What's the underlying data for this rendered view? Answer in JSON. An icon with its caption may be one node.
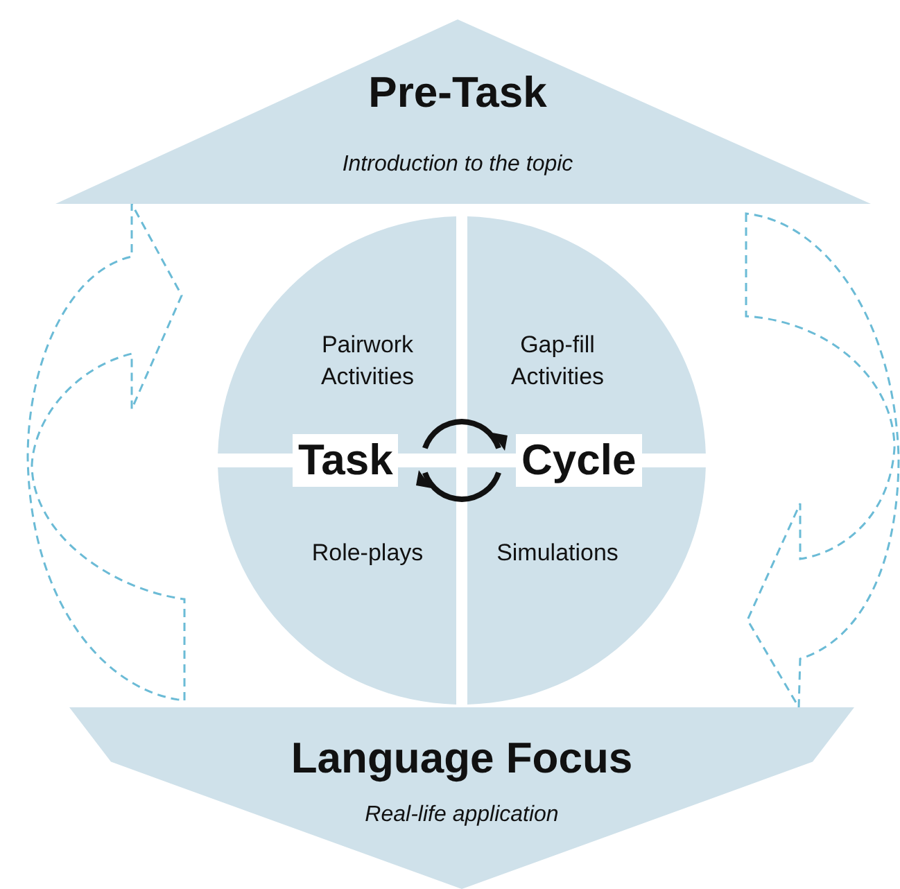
{
  "diagram": {
    "nodes": [
      {
        "text": [
          "Pre-Task",
          "Introduction to the topic"
        ]
      },
      {
        "text": [
          "Pairwork Activities"
        ]
      },
      {
        "text": [
          "Gap-fill Activities"
        ]
      },
      {
        "text": [
          "Role-plays"
        ]
      },
      {
        "text": [
          "Simulations"
        ]
      },
      {
        "text": [
          "Language Focus",
          "Real-life application"
        ]
      }
    ],
    "edges": [
      {
        "from": 5,
        "to": 0,
        "arrow": "to",
        "style": "dashed",
        "color": "#6bbbd6"
      },
      {
        "from": 0,
        "to": 5,
        "arrow": "to",
        "style": "dashed",
        "color": "#6bbbd6"
      }
    ],
    "labels": [
      "Task",
      "Cycle"
    ]
  }
}
